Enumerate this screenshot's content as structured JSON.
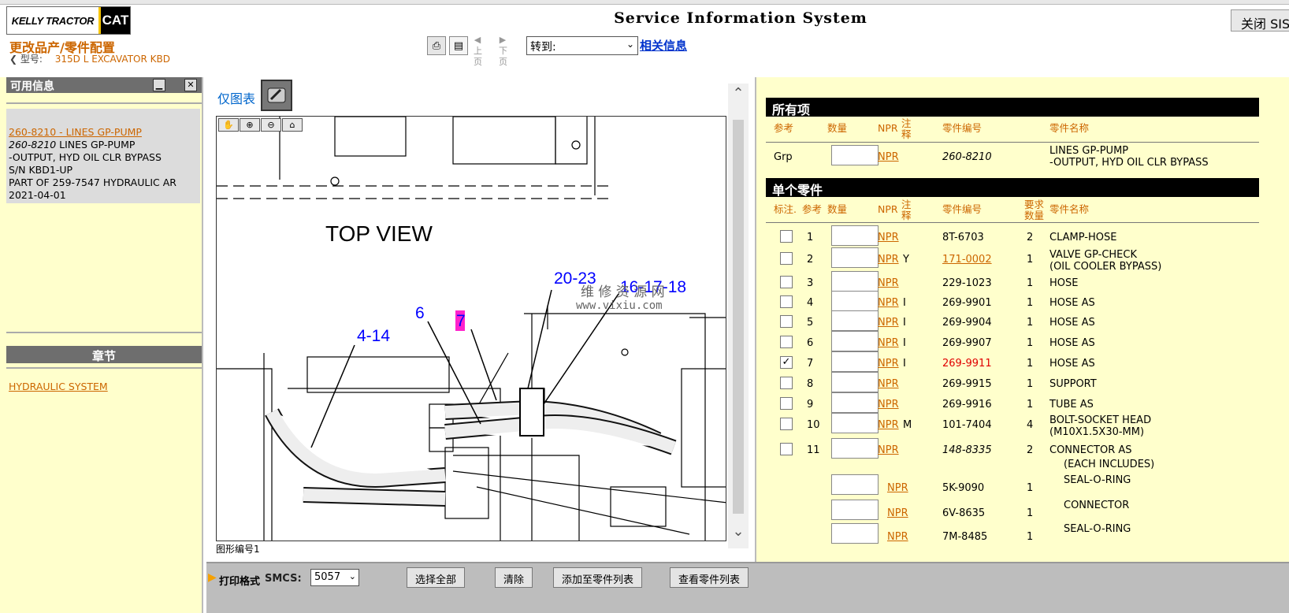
{
  "header": {
    "logo_left": "KELLY TRACTOR",
    "logo_right": "CAT",
    "system_title": "Service Information System",
    "close_button": "关闭 SIS",
    "page_title": "更改品产/零件配置",
    "model_label": "型号:",
    "model_value": "315D L EXCAVATOR KBD",
    "prev_label": "上页",
    "next_label": "下页",
    "goto_label": "转到:",
    "related_link": "相关信息"
  },
  "left_panel": {
    "available_title": "可用信息",
    "part_link": "260-8210 - LINES GP-PUMP",
    "part_number": "260-8210",
    "part_line1": " LINES GP-PUMP",
    "part_line2": "-OUTPUT, HYD OIL CLR BYPASS",
    "part_line3": "S/N KBD1-UP",
    "part_line4": "PART OF 259-7547 HYDRAULIC AR",
    "part_line5": "2021-04-01",
    "chapter_title": "章节",
    "chapter_link": "HYDRAULIC SYSTEM"
  },
  "diagram": {
    "chart_only_label": "仅图表",
    "figure_number": "图形编号1",
    "top_view": "TOP VIEW",
    "callouts": [
      "20-23",
      "16-17-18",
      "6",
      "7",
      "4-14"
    ],
    "watermark_cn": "维 修 资 源 网",
    "watermark_url": "www.vixiu.com"
  },
  "parts": {
    "all_items_title": "所有项",
    "single_parts_title": "单个零件",
    "cols": {
      "mark": "标注.",
      "ref": "参考",
      "qty": "数量",
      "npr": "NPR",
      "note": "注释",
      "part_no": "零件编号",
      "req_qty": "要求数量",
      "part_name": "零件名称"
    },
    "group_row": {
      "ref": "Grp",
      "npr": "NPR",
      "part_no": "260-8210",
      "name1": "LINES GP-PUMP",
      "name2": "-OUTPUT, HYD OIL CLR BYPASS"
    },
    "rows": [
      {
        "ref": "1",
        "npr": "NPR",
        "note": "",
        "pn": "8T-6703",
        "req": "2",
        "name": "CLAMP-HOSE",
        "name2": "",
        "checked": ""
      },
      {
        "ref": "2",
        "npr": "NPR",
        "note": "Y",
        "pn": "171-0002",
        "req": "1",
        "name": "VALVE GP-CHECK",
        "name2": "(OIL COOLER BYPASS)",
        "checked": ""
      },
      {
        "ref": "3",
        "npr": "NPR",
        "note": "",
        "pn": "229-1023",
        "req": "1",
        "name": "HOSE",
        "name2": "",
        "checked": ""
      },
      {
        "ref": "4",
        "npr": "NPR",
        "note": "I",
        "pn": "269-9901",
        "req": "1",
        "name": "HOSE AS",
        "name2": "",
        "checked": ""
      },
      {
        "ref": "5",
        "npr": "NPR",
        "note": "I",
        "pn": "269-9904",
        "req": "1",
        "name": "HOSE AS",
        "name2": "",
        "checked": ""
      },
      {
        "ref": "6",
        "npr": "NPR",
        "note": "I",
        "pn": "269-9907",
        "req": "1",
        "name": "HOSE AS",
        "name2": "",
        "checked": ""
      },
      {
        "ref": "7",
        "npr": "NPR",
        "note": "I",
        "pn": "269-9911",
        "req": "1",
        "name": "HOSE AS",
        "name2": "",
        "checked": "✓"
      },
      {
        "ref": "8",
        "npr": "NPR",
        "note": "",
        "pn": "269-9915",
        "req": "1",
        "name": "SUPPORT",
        "name2": "",
        "checked": ""
      },
      {
        "ref": "9",
        "npr": "NPR",
        "note": "",
        "pn": "269-9916",
        "req": "1",
        "name": "TUBE AS",
        "name2": "",
        "checked": ""
      },
      {
        "ref": "10",
        "npr": "NPR",
        "note": "M",
        "pn": "101-7404",
        "req": "4",
        "name": "BOLT-SOCKET HEAD",
        "name2": "(M10X1.5X30-MM)",
        "checked": ""
      },
      {
        "ref": "11",
        "npr": "NPR",
        "note": "",
        "pn": "148-8335",
        "req": "2",
        "name": "CONNECTOR AS",
        "name2": "",
        "checked": ""
      }
    ],
    "each_includes": "(EACH INCLUDES)",
    "sub_rows": [
      {
        "npr": "NPR",
        "pn": "5K-9090",
        "req": "1",
        "name": "SEAL-O-RING"
      },
      {
        "npr": "NPR",
        "pn": "6V-8635",
        "req": "1",
        "name": "CONNECTOR"
      },
      {
        "npr": "NPR",
        "pn": "7M-8485",
        "req": "1",
        "name": "SEAL-O-RING"
      }
    ]
  },
  "bottom": {
    "print_format": "打印格式",
    "smcs_label": "SMCS:",
    "smcs_value": "5057",
    "select_all": "选择全部",
    "clear": "清除",
    "add_to_list": "添加至零件列表",
    "view_list": "查看零件列表"
  }
}
